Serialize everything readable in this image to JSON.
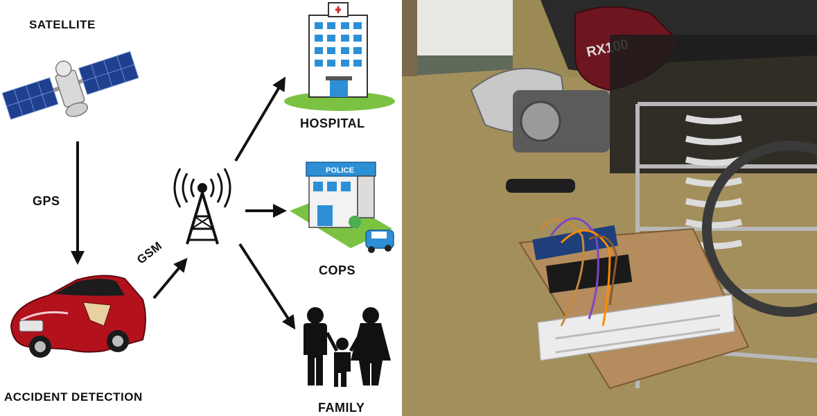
{
  "diagram": {
    "nodes": {
      "satellite": "SATELLITE",
      "gps": "GPS",
      "accident": "ACCIDENT DETECTION",
      "gsm": "GSM",
      "hospital": "HOSPITAL",
      "cops": "COPS",
      "family": "FAMILY"
    },
    "signs": {
      "police": "POLICE"
    },
    "colors": {
      "arrow": "#111111",
      "car_red": "#b3121c",
      "building_blue": "#2d8fd5",
      "grass_green": "#7cc242"
    }
  },
  "photo": {
    "bike_badge": "RX100"
  }
}
